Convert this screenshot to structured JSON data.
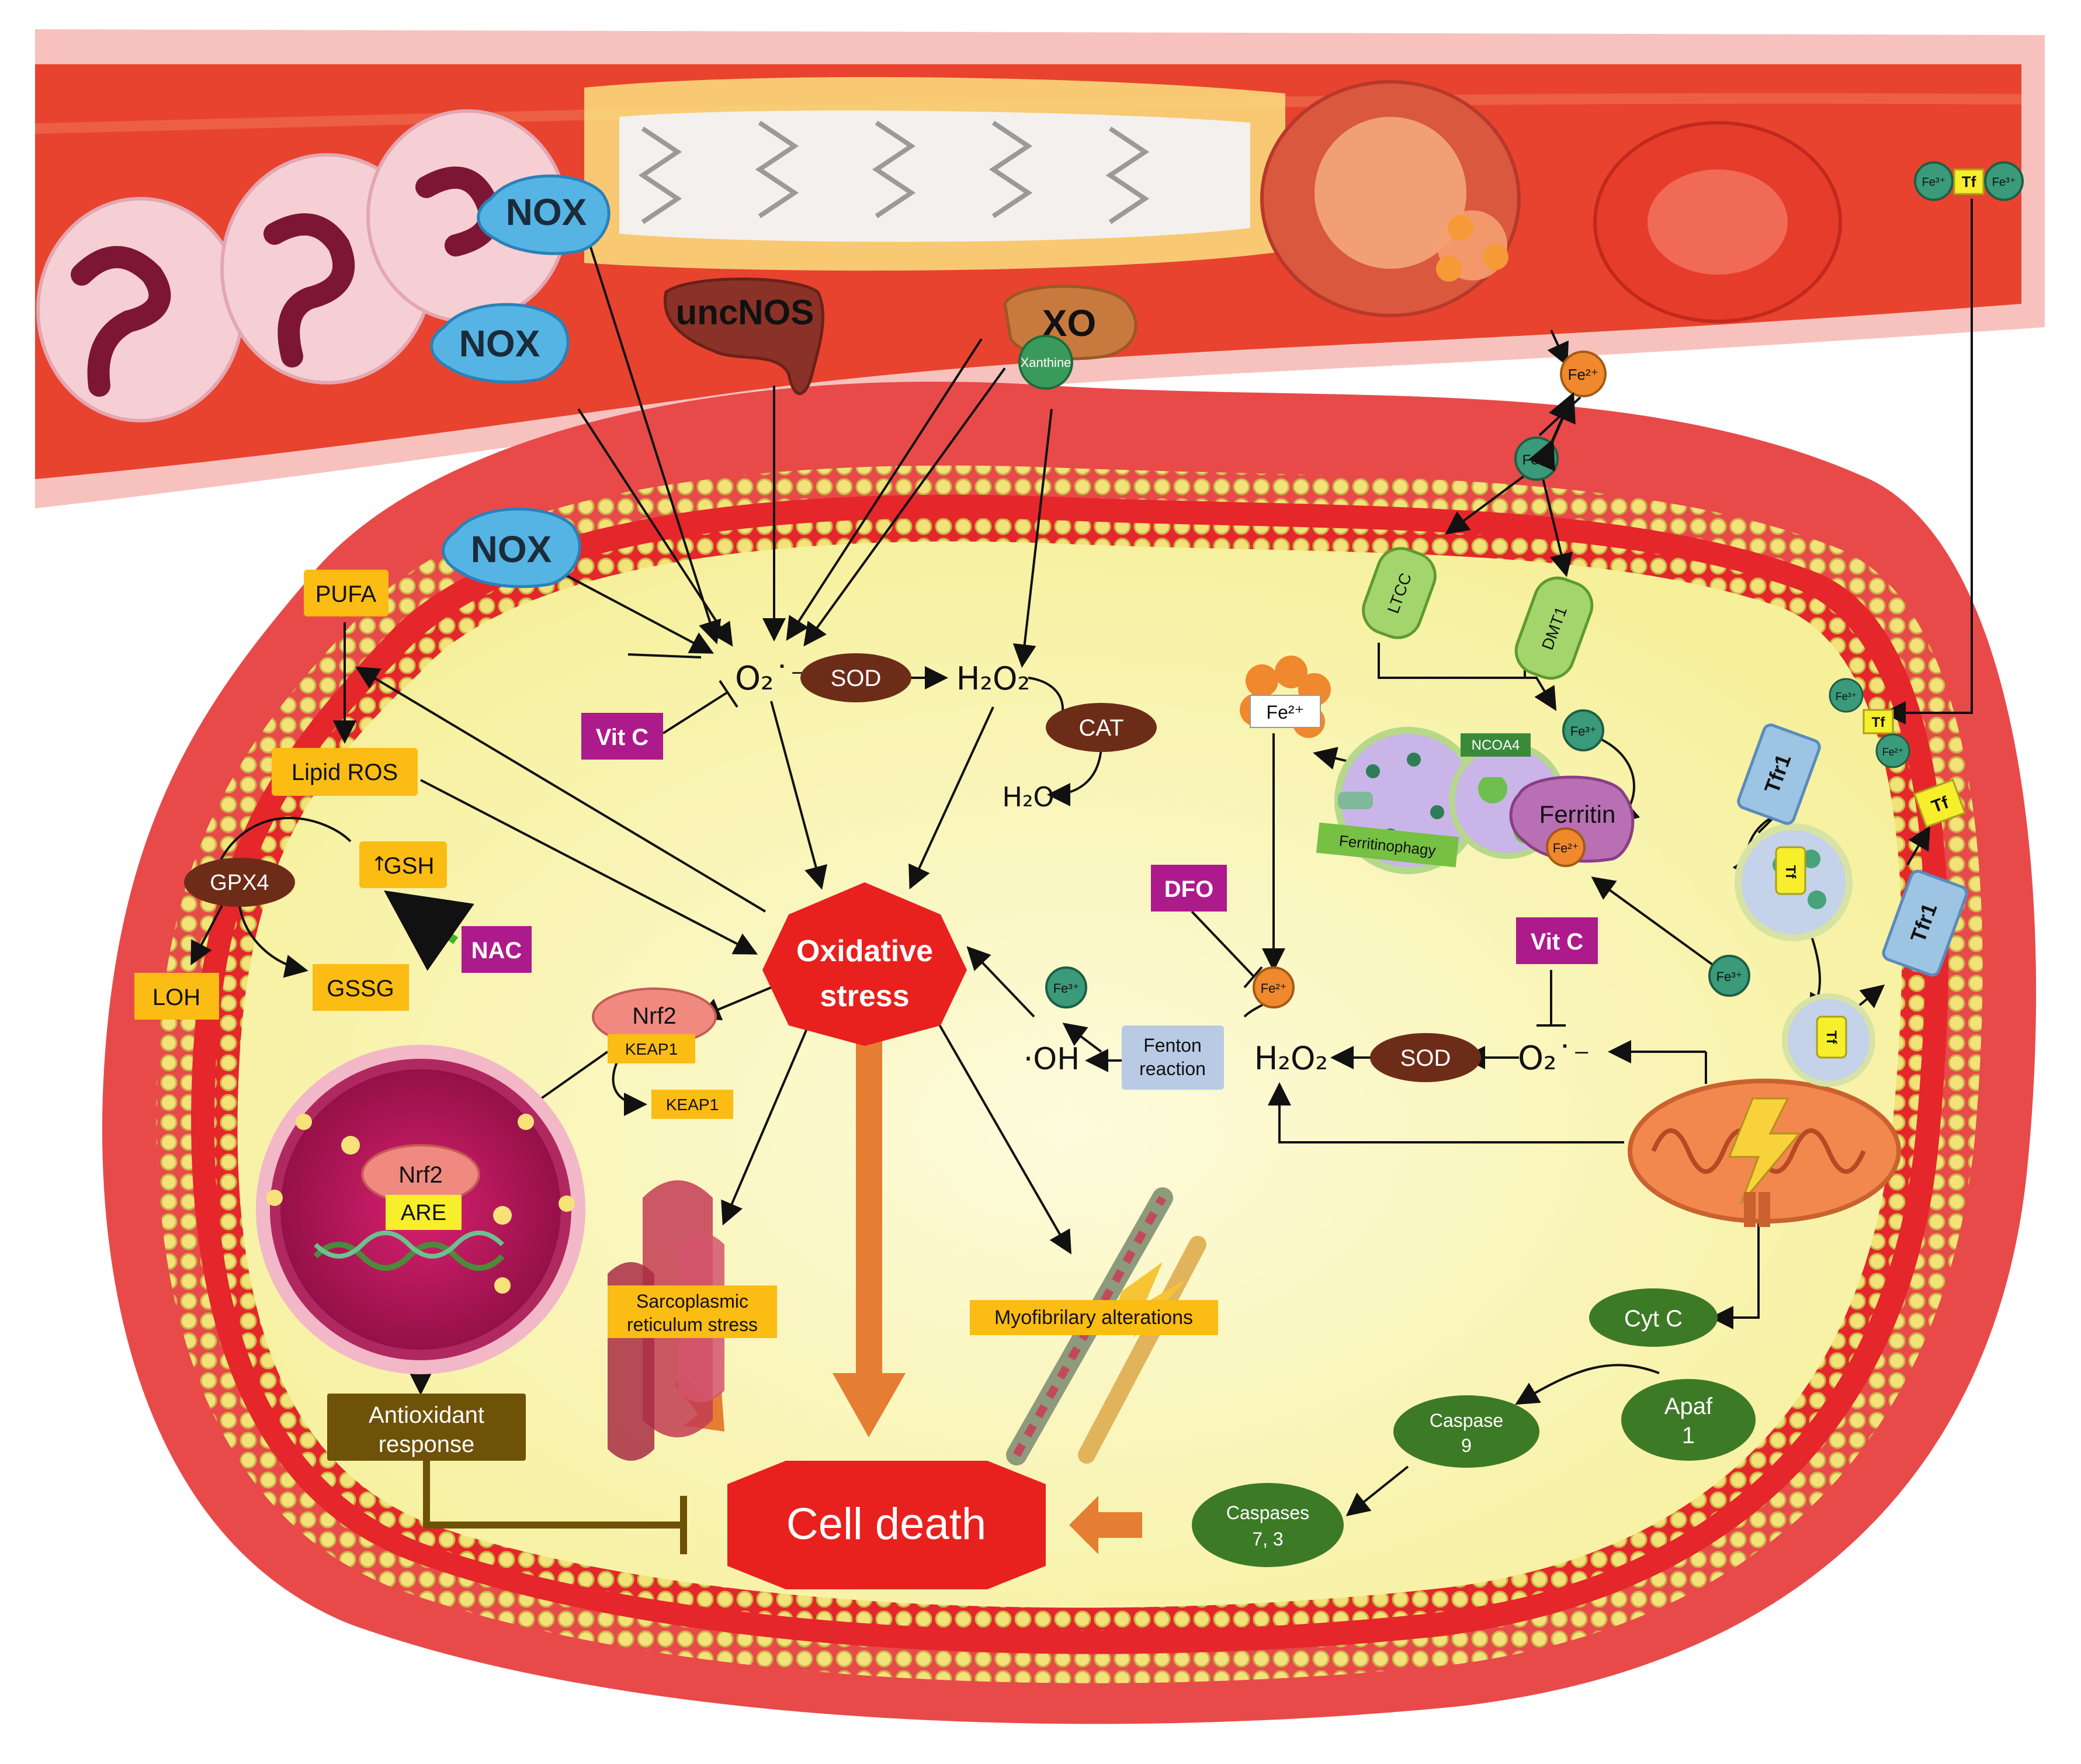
{
  "vessel": {
    "nox_1": "NOX",
    "nox_2": "NOX",
    "uncnos": "uncNOS",
    "xo": "XO",
    "xanthine": "Xanthine",
    "fe2_blood": "Fe²⁺",
    "fe3_blood": "Fe³⁺",
    "tf_complex": {
      "fe_left": "Fe³⁺",
      "tf": "Tf",
      "fe_right": "Fe³⁺"
    }
  },
  "cell": {
    "nox": "NOX",
    "pufa": "PUFA",
    "lipid_ros": "Lipid ROS",
    "gpx4": "GPX4",
    "gsh": "GSH",
    "gsh_arrow": "↑",
    "nac": "NAC",
    "loh": "LOH",
    "gssg": "GSSG",
    "vitc_left": "Vit C",
    "superoxide_top": "O₂˙⁻",
    "sod_top": "SOD",
    "h2o2_top": "H₂O₂",
    "cat": "CAT",
    "h2o": "H₂O",
    "oxidative_stress": [
      "Oxidative",
      "stress"
    ],
    "nrf2": "Nrf2",
    "keap1": "KEAP1",
    "keap1_free": "KEAP1",
    "nucleus_nrf2": "Nrf2",
    "are": "ARE",
    "antioxidant_response": [
      "Antioxidant",
      "response"
    ],
    "sr_stress": [
      "Sarcoplasmic",
      "reticulum stress"
    ],
    "myofibrillary": "Myofibrilary alterations",
    "cell_death": "Cell death",
    "ltcc": "LTCC",
    "dmt1": "DMT1",
    "fe2_cluster": "Fe²⁺",
    "fe3_ferritin": "Fe³⁺",
    "ncoa4": "NCOA4",
    "ferritin": "Ferritin",
    "fe2_ferritin": "Fe²⁺",
    "ferritinophagy": "Ferritinophagy",
    "dfo": "DFO",
    "fe2_fenton": "Fe²⁺",
    "fe3_fenton": "Fe³⁺",
    "fenton": [
      "Fenton",
      "reaction"
    ],
    "hydroxyl": "·OH",
    "h2o2_mid": "H₂O₂",
    "sod_mid": "SOD",
    "superoxide_mid": "O₂˙⁻",
    "vitc_right": "Vit C",
    "tfr1_top": "Tfr1",
    "tfr1_bottom": "Tfr1",
    "tf_membrane": "Tf",
    "fe3_endosome": "Fe³⁺",
    "tf_receptor_complex": {
      "fe_left": "Fe³⁺",
      "tf": "Tf",
      "fe_right": "Fe²⁺"
    },
    "endosome_tf_1": "Tf",
    "endosome_tf_2": "Tf",
    "cyt_c": "Cyt C",
    "apaf": [
      "Apaf",
      "1"
    ],
    "caspase9": [
      "Caspase",
      "9"
    ],
    "caspases73": [
      "Caspases",
      "7, 3"
    ]
  },
  "colors": {
    "vessel_red": "#e8432f",
    "endothelium_pink": "#f8c7c4",
    "cell_yellow": "#fbf7b8",
    "membrane_red": "#e5262b",
    "membrane_beads": "#f6e890",
    "orange_label": "#fbbc14",
    "magenta_drug": "#ad1a8c",
    "brown_enzyme": "#6d2c18",
    "oxidative_red": "#e8201e",
    "green_apoptosis": "#3d7a26",
    "nox_blue": "#55b4e3",
    "fenton_blue": "#b9cbe4",
    "arrow_orange": "#e57d33",
    "antioxidant_olive": "#6e5208"
  }
}
